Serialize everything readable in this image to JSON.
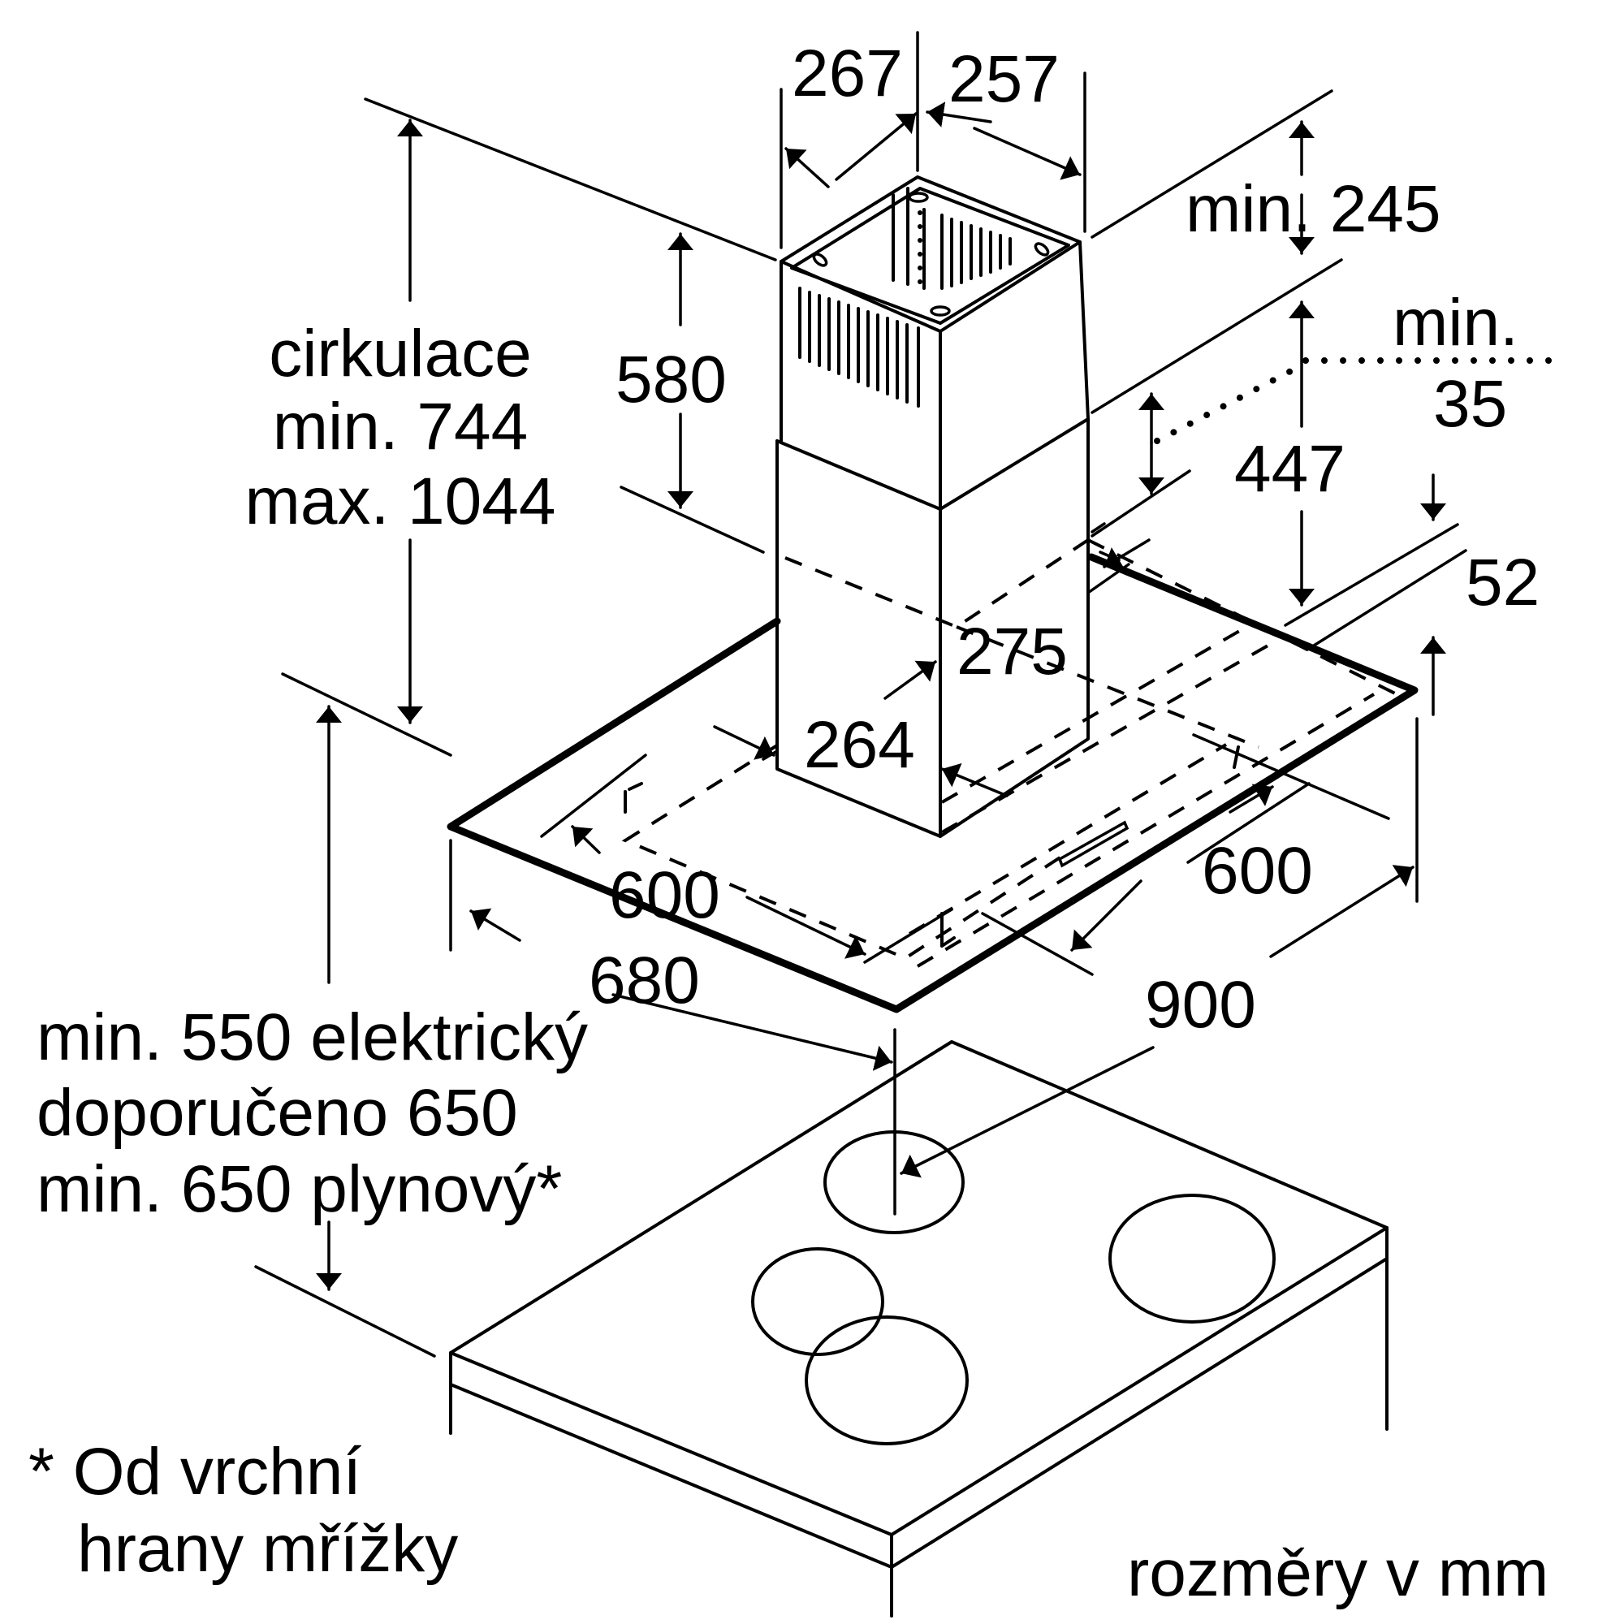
{
  "diagram": {
    "title": "Range hood installation dimensions",
    "units_note": "rozměry v mm",
    "colors": {
      "line": "#000000",
      "background": "#ffffff"
    },
    "dimensions": {
      "chimney_depth": "267",
      "chimney_width": "257",
      "upper_chimney_height": "580",
      "ceiling_clearance": "min. 245",
      "duct_offset_label": "min.",
      "duct_offset_value": "35",
      "lower_chimney_height": "447",
      "chimney_inner_width": "275",
      "chimney_inner_depth": "264",
      "canopy_offset": "52",
      "canopy_inner_depth": "600",
      "canopy_inner_width": "600",
      "canopy_depth": "680",
      "canopy_width": "900"
    },
    "total_height": {
      "line1": "cirkulace",
      "line2": "min. 744",
      "line3": "max. 1044"
    },
    "hob_distance": {
      "line1": "min. 550 elektrický",
      "line2": "doporučeno 650",
      "line3": "min. 650 plynový*"
    },
    "footnote": {
      "line1": "* Od vrchní",
      "line2": "hrany mřížky"
    }
  }
}
